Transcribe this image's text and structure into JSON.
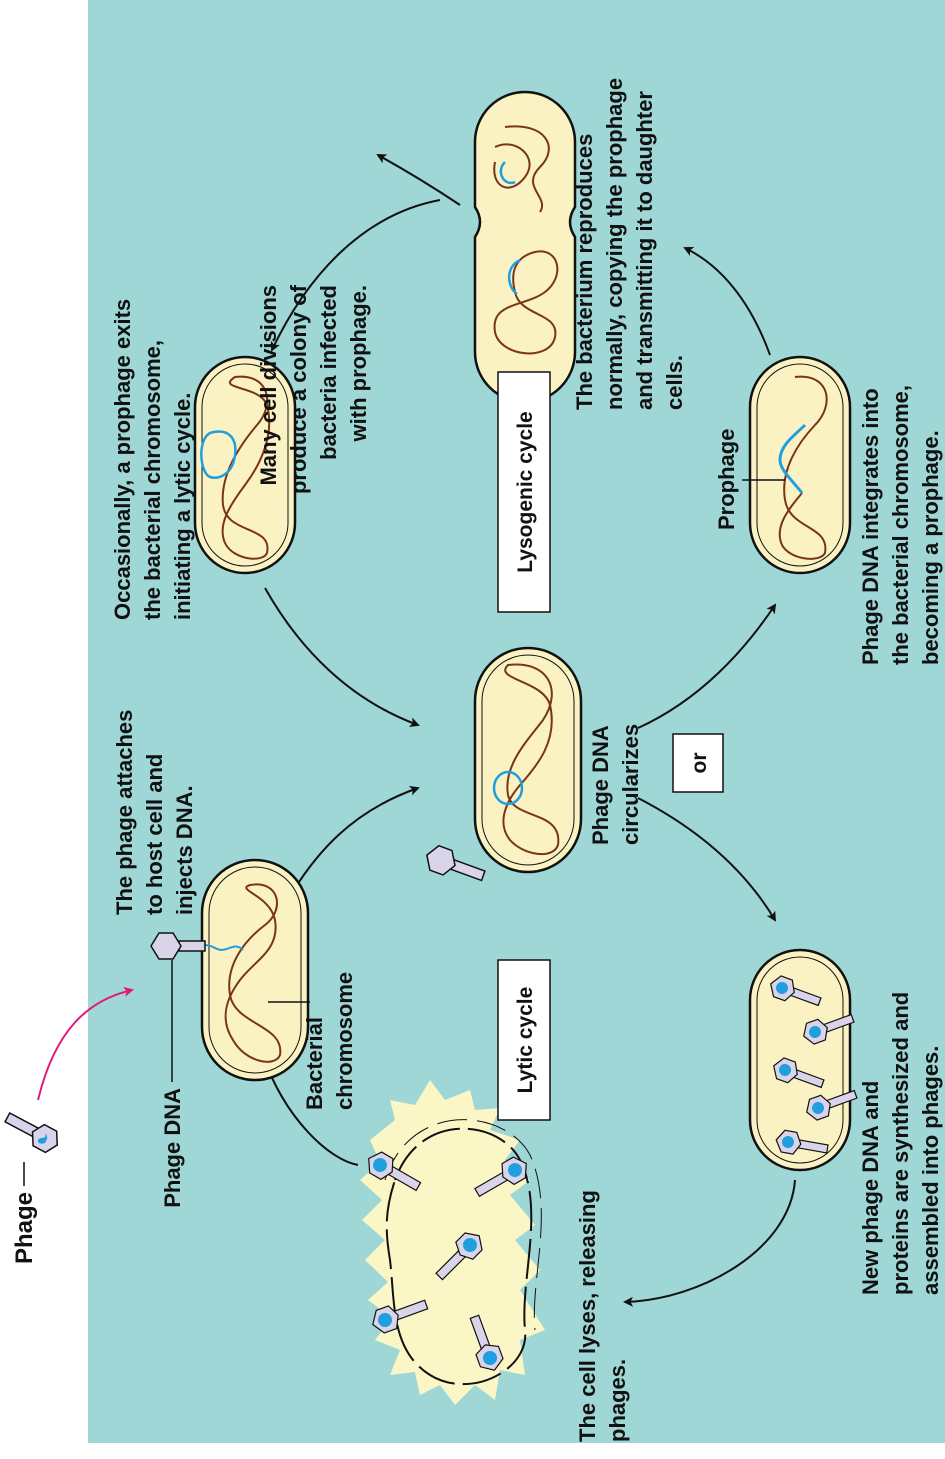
{
  "colors": {
    "panel": "#9ed7d6",
    "cell_fill": "#fbf2c4",
    "chromosome": "#7a3416",
    "phage_dna": "#1f9fe0",
    "phage_capsid": "#d9d4ea",
    "burst_fill": "#fbf6c6",
    "infection_arrow": "#e0197b",
    "arrow": "#111111"
  },
  "labels": {
    "phage": "Phage",
    "phage_dna": "Phage DNA",
    "bacterial_chromosome": [
      "Bacterial",
      "chromosome"
    ],
    "attach": [
      "The phage attaches",
      "to host cell and",
      "injects DNA."
    ],
    "circularizes": [
      "Phage DNA",
      "circularizes"
    ],
    "or": "or",
    "lytic_cycle": "Lytic cycle",
    "lysogenic_cycle": "Lysogenic cycle",
    "synthesized": [
      "New phage DNA and",
      "proteins are synthesized and",
      "assembled into phages."
    ],
    "lyses": [
      "The cell lyses, releasing",
      "phages."
    ],
    "occasionally": [
      "Occasionally, a prophage exits",
      "the bacterial chromosome,",
      "initiating a lytic cycle."
    ],
    "many_divisions": [
      "Many cell divisions",
      "produce a colony of",
      "bacteria infected",
      "with prophage."
    ],
    "reproduces": [
      "The bacterium reproduces",
      "normally, copying the prophage",
      "and transmitting it to daughter",
      "cells."
    ],
    "integrates": [
      "Phage DNA integrates into",
      "the bacterial chromosome,",
      "becoming a prophage."
    ],
    "prophage": "Prophage"
  }
}
